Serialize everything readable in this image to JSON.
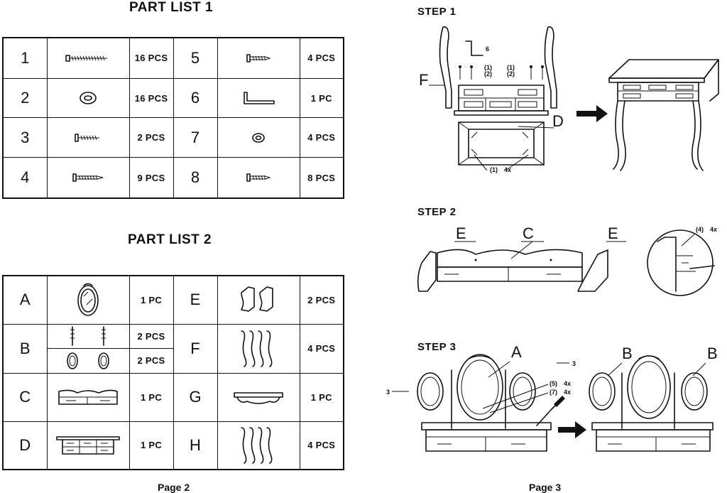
{
  "part_list_1": {
    "title": "PART LIST 1",
    "rows": [
      {
        "left": {
          "num": "1",
          "qty": "16 PCS"
        },
        "right": {
          "num": "5",
          "qty": "4 PCS"
        }
      },
      {
        "left": {
          "num": "2",
          "qty": "16 PCS"
        },
        "right": {
          "num": "6",
          "qty": "1 PC"
        }
      },
      {
        "left": {
          "num": "3",
          "qty": "2 PCS"
        },
        "right": {
          "num": "7",
          "qty": "4 PCS"
        }
      },
      {
        "left": {
          "num": "4",
          "qty": "9 PCS"
        },
        "right": {
          "num": "8",
          "qty": "8 PCS"
        }
      }
    ]
  },
  "part_list_2": {
    "title": "PART LIST 2",
    "rows": [
      {
        "left": {
          "letter": "A",
          "qty": "1 PC"
        },
        "right": {
          "letter": "E",
          "qty": "2 PCS"
        }
      },
      {
        "left": {
          "letter": "B",
          "qty_top": "2 PCS",
          "qty_bottom": "2 PCS"
        },
        "right": {
          "letter": "F",
          "qty": "4 PCS"
        }
      },
      {
        "left": {
          "letter": "C",
          "qty": "1 PC"
        },
        "right": {
          "letter": "G",
          "qty": "1 PC"
        }
      },
      {
        "left": {
          "letter": "D",
          "qty": "1 PC"
        },
        "right": {
          "letter": "H",
          "qty": "4 PCS"
        }
      }
    ]
  },
  "steps": {
    "step1": {
      "title": "STEP 1",
      "labels": {
        "f": "F",
        "d": "D",
        "six": "6",
        "one": "(1)",
        "two": "(2)",
        "one_b": "(1)",
        "two_b": "(2)",
        "one_4x": "(1)",
        "x": "4x"
      }
    },
    "step2": {
      "title": "STEP 2",
      "labels": {
        "e_left": "E",
        "c": "C",
        "e_right": "E",
        "four": "(4)",
        "x": "4x"
      }
    },
    "step3": {
      "title": "STEP 3",
      "labels": {
        "a": "A",
        "b_left": "B",
        "b_right": "B",
        "three_left": "3",
        "three_right": "3",
        "five": "(5)",
        "seven": "(7)",
        "x5": "4x",
        "x7": "4x"
      }
    }
  },
  "footer": {
    "left": "Page 2",
    "right": "Page 3"
  }
}
